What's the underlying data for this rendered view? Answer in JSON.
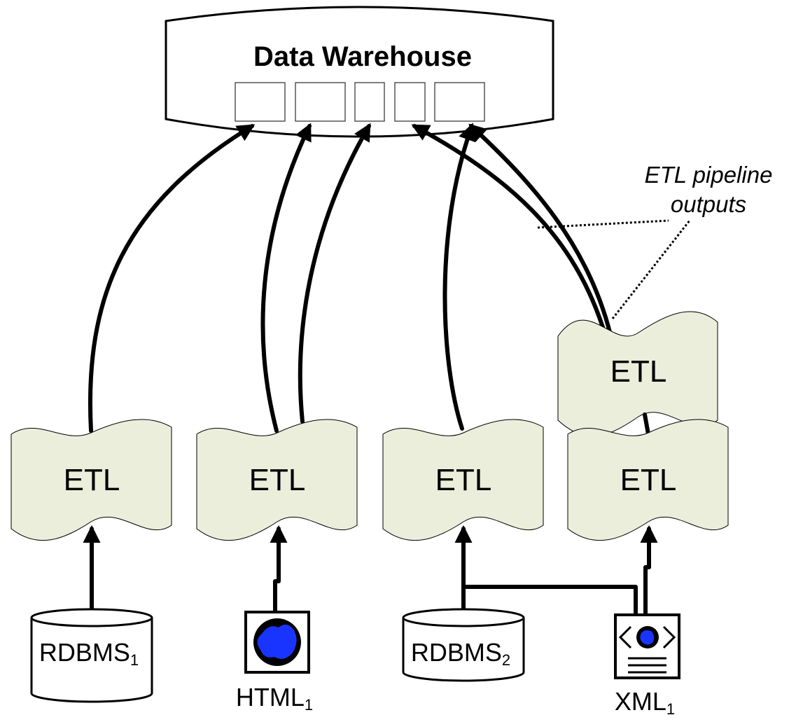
{
  "warehouse": {
    "title": "Data Warehouse",
    "table_slots": 5
  },
  "etl_boxes": [
    {
      "label": "ETL"
    },
    {
      "label": "ETL"
    },
    {
      "label": "ETL"
    },
    {
      "label": "ETL"
    },
    {
      "label": "ETL"
    }
  ],
  "sources": [
    {
      "name": "RDBMS",
      "sub": "1",
      "kind": "database"
    },
    {
      "name": "HTML",
      "sub": "1",
      "kind": "web-page"
    },
    {
      "name": "RDBMS",
      "sub": "2",
      "kind": "database"
    },
    {
      "name": "XML",
      "sub": "1",
      "kind": "xml-document"
    }
  ],
  "annotation": {
    "line1": "ETL pipeline",
    "line2": "outputs"
  },
  "colors": {
    "etl_fill": "#eaeedb",
    "globe_fill": "#1a34ff",
    "stroke": "#000000"
  }
}
